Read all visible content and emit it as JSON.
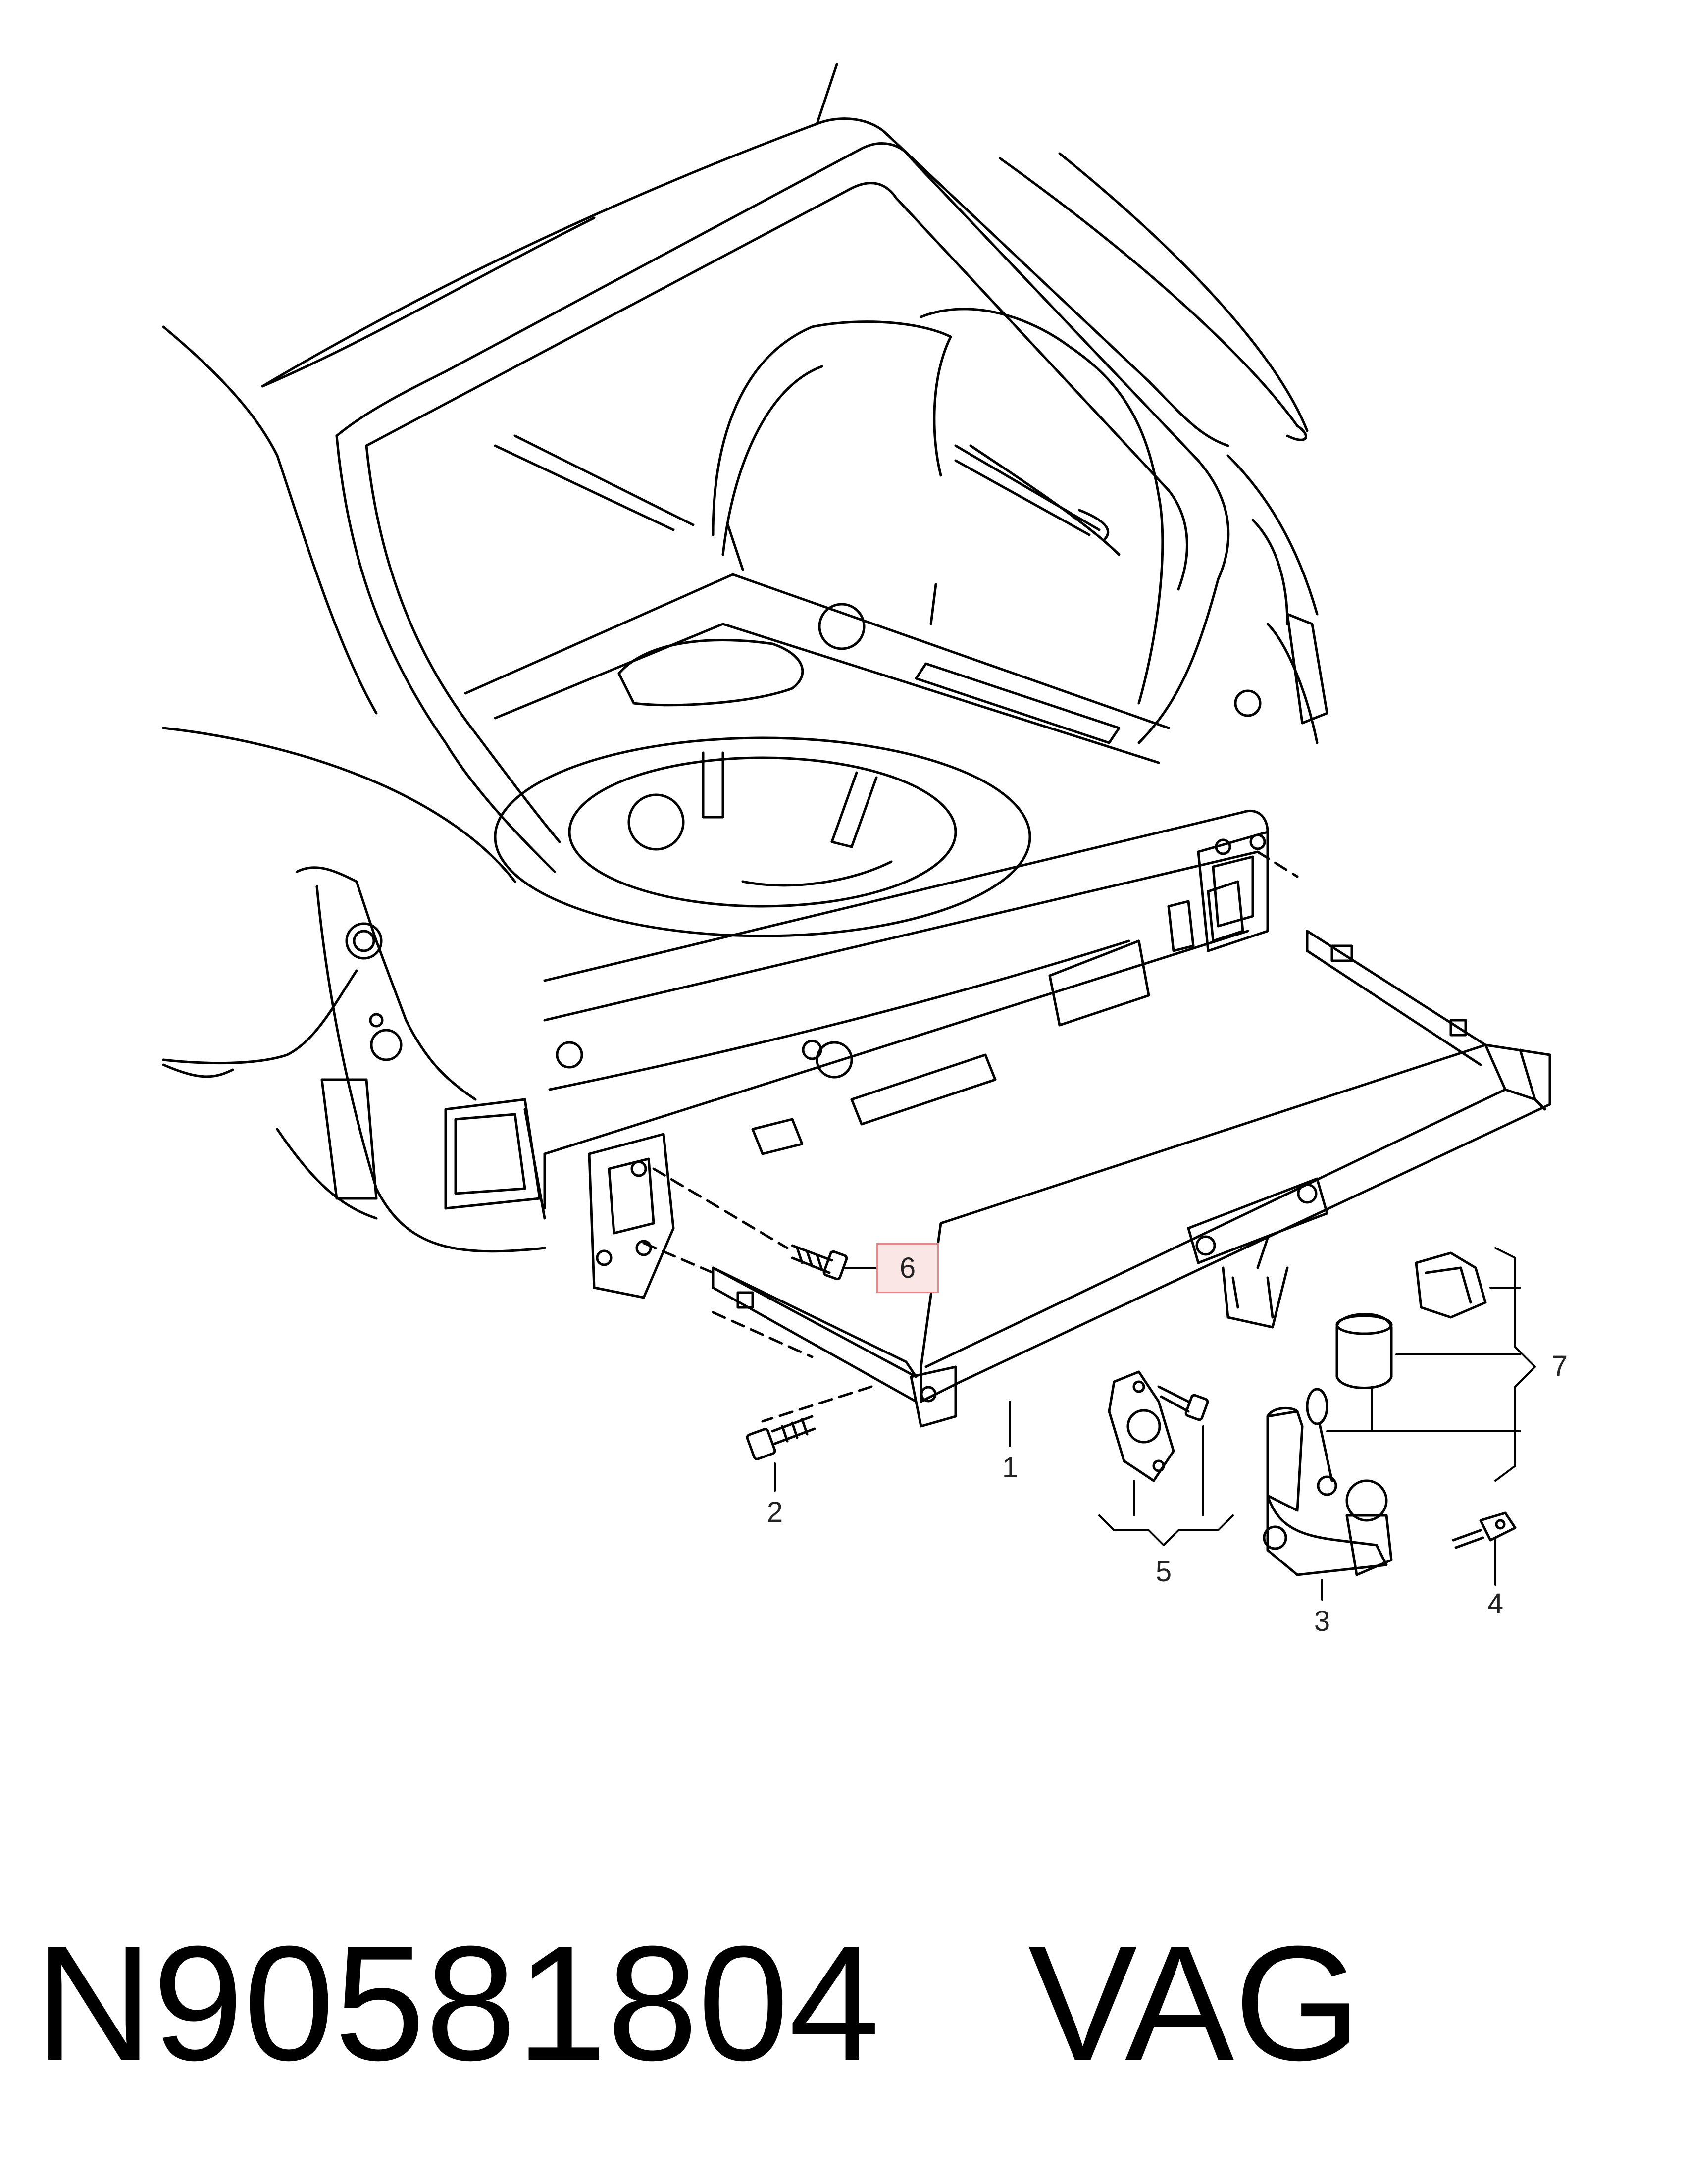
{
  "callouts": {
    "c1": "1",
    "c2": "2",
    "c3": "3",
    "c4": "4",
    "c5": "5",
    "c6": "6",
    "c7": "7"
  },
  "footer": {
    "part_number": "N90581804",
    "vendor": "VAG"
  },
  "colors": {
    "line": "#000000",
    "highlight_fill": "#fbe6e6",
    "highlight_border": "#e58a8a"
  }
}
